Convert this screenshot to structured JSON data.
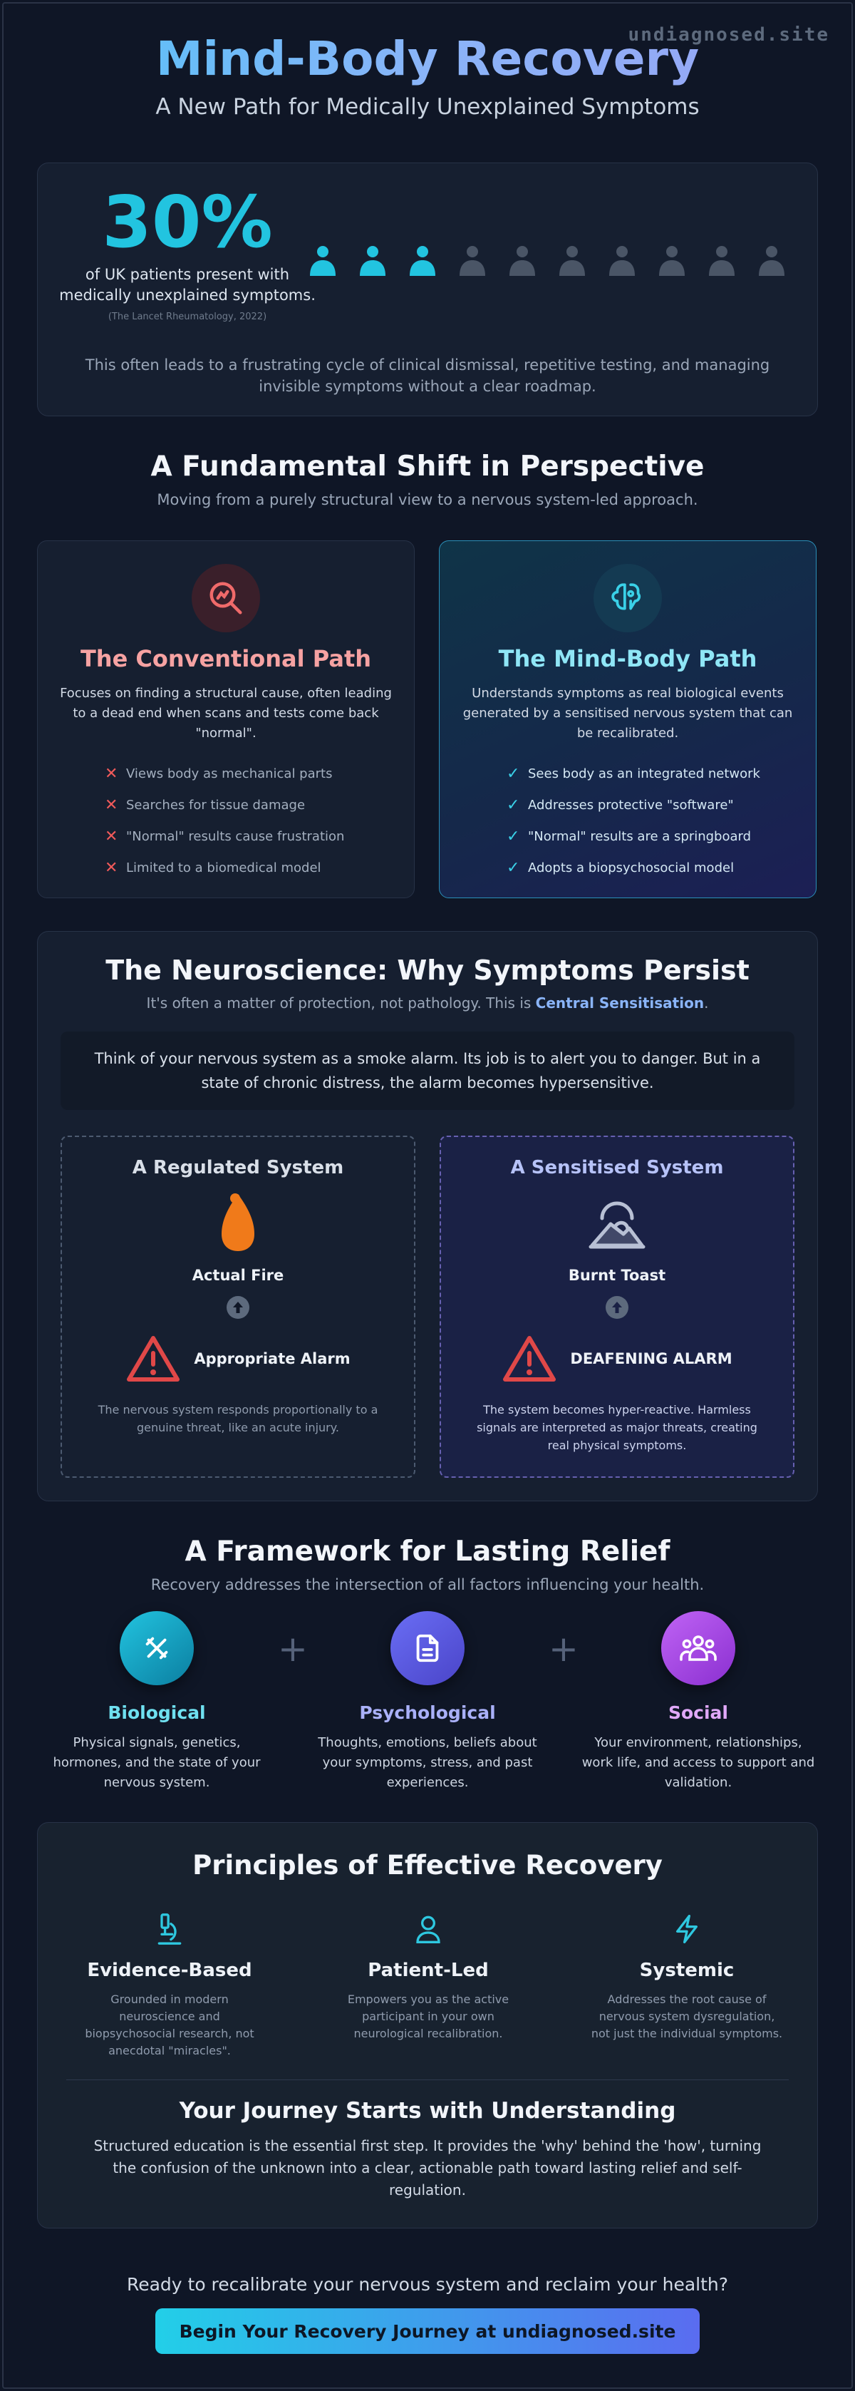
{
  "header": {
    "site_tag": "undiagnosed.site",
    "title": "Mind-Body Recovery",
    "subtitle": "A New Path for Medically Unexplained Symptoms"
  },
  "stat": {
    "value": "30%",
    "text": "of UK patients present with medically unexplained symptoms.",
    "source": "(The Lancet Rheumatology, 2022)",
    "highlighted_fraction": 0.3,
    "footnote": "This often leads to a frustrating cycle of clinical dismissal, repetitive testing, and managing invisible symptoms without a clear roadmap."
  },
  "shift": {
    "title": "A Fundamental Shift in Perspective",
    "subtitle": "Moving from a purely structural view to a nervous system-led approach.",
    "conventional": {
      "icon": "search-icon",
      "title": "The Conventional Path",
      "description": "Focuses on finding a structural cause, often leading to a dead end when scans and tests come back \"normal\".",
      "items": [
        "Views body as mechanical parts",
        "Searches for tissue damage",
        "\"Normal\" results cause frustration",
        "Limited to a biomedical model"
      ]
    },
    "mindbody": {
      "icon": "brain-icon",
      "title": "The Mind-Body Path",
      "description": "Understands symptoms as real biological events generated by a sensitised nervous system that can be recalibrated.",
      "items": [
        "Sees body as an integrated network",
        "Addresses protective \"software\"",
        "\"Normal\" results are a springboard",
        "Adopts a biopsychosocial model"
      ]
    }
  },
  "neuro": {
    "title": "The Neuroscience: Why Symptoms Persist",
    "subtitle_pre": "It's often a matter of protection, not pathology. This is ",
    "subtitle_strong": "Central Sensitisation",
    "subtitle_post": ".",
    "alarm_text": "Think of your nervous system as a smoke alarm. Its job is to alert you to danger. But in a state of chronic distress, the alarm becomes hypersensitive.",
    "regulated": {
      "title": "A Regulated System",
      "trigger": "Actual Fire",
      "alarm": "Appropriate Alarm",
      "note": "The nervous system responds proportionally to a genuine threat, like an acute injury."
    },
    "sensitised": {
      "title": "A Sensitised System",
      "trigger": "Burnt Toast",
      "alarm": "DEAFENING ALARM",
      "note": "The system becomes hyper-reactive. Harmless signals are interpreted as major threats, creating real physical symptoms."
    }
  },
  "framework": {
    "title": "A Framework for Lasting Relief",
    "subtitle": "Recovery addresses the intersection of all factors influencing your health.",
    "pillars": [
      {
        "name": "Biological",
        "icon": "dna-icon",
        "text": "Physical signals, genetics, hormones, and the state of your nervous system."
      },
      {
        "name": "Psychological",
        "icon": "document-icon",
        "text": "Thoughts, emotions, beliefs about your symptoms, stress, and past experiences."
      },
      {
        "name": "Social",
        "icon": "group-icon",
        "text": "Your environment, relationships, work life, and access to support and validation."
      }
    ]
  },
  "principles": {
    "title": "Principles of Effective Recovery",
    "items": [
      {
        "name": "Evidence-Based",
        "icon": "microscope-icon",
        "text": "Grounded in modern neuroscience and biopsychosocial research, not anecdotal \"miracles\"."
      },
      {
        "name": "Patient-Led",
        "icon": "user-icon",
        "text": "Empowers you as the active participant in your own neurological recalibration."
      },
      {
        "name": "Systemic",
        "icon": "lightning-icon",
        "text": "Addresses the root cause of nervous system dysregulation, not just the individual symptoms."
      }
    ],
    "journey_title": "Your Journey Starts with Understanding",
    "journey_text": "Structured education is the essential first step. It provides the 'why' behind the 'how', turning the confusion of the unknown into a clear, actionable path toward lasting relief and self-regulation."
  },
  "cta": {
    "text": "Ready to recalibrate your nervous system and reclaim your health?",
    "button": "Begin Your Recovery Journey at undiagnosed.site"
  },
  "colors": {
    "background": "#0f1626",
    "accent_cyan": "#22c4e0",
    "accent_indigo": "#5a6cf0",
    "alarm_red": "#e04848",
    "fire_orange": "#f07a1a"
  }
}
